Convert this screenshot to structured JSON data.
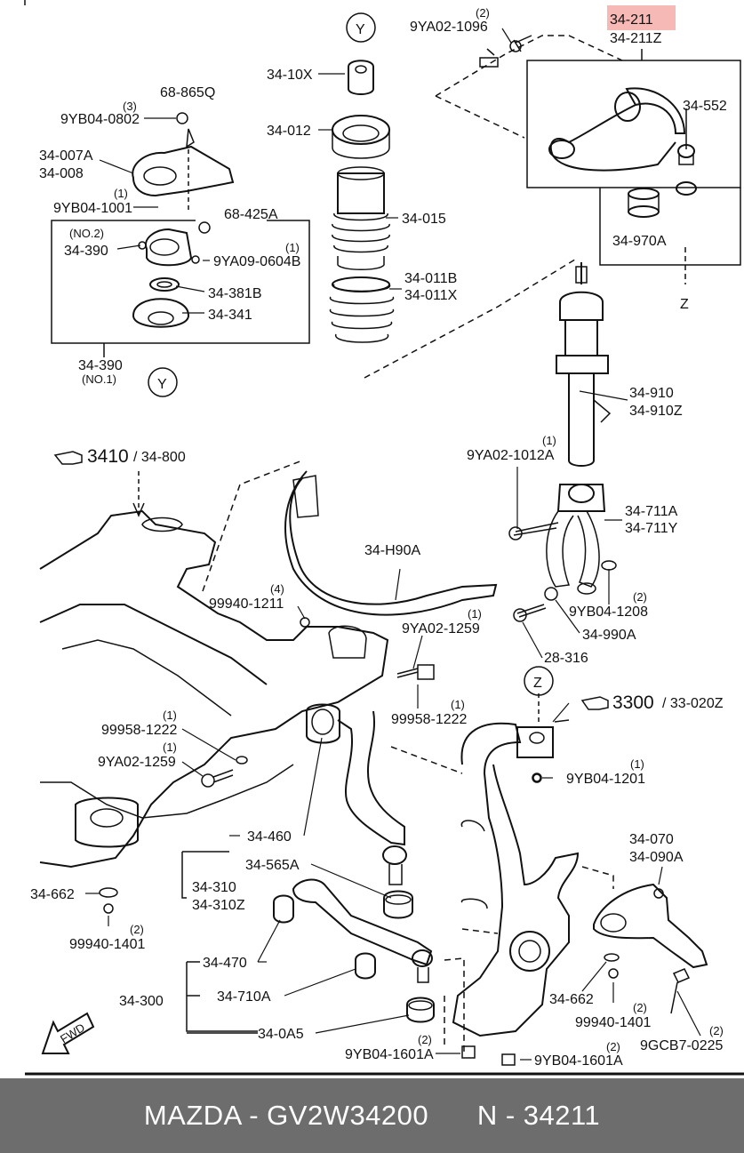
{
  "footer": {
    "text": "MAZDA - GV2W34200      N - 34211"
  },
  "highlight_color": "#f6b9b6",
  "footer_color": "#6d6d6d",
  "labels": {
    "p34_211": "34-211",
    "p34_211z": "34-211Z",
    "p34_552": "34-552",
    "p34_970a": "34-970A",
    "p9ya02_1096": "9YA02-1096",
    "q2_1096": "(2)",
    "p34_10x": "34-10X",
    "p34_012": "34-012",
    "p34_015": "34-015",
    "p34_011b": "34-011B",
    "p34_011x": "34-011X",
    "p68_865q": "68-865Q",
    "q3_0802": "(3)",
    "p9yb04_0802": "9YB04-0802",
    "p34_007a": "34-007A",
    "p34_008": "34-008",
    "q1_1001": "(1)",
    "p9yb04_1001": "9YB04-1001",
    "p68_425a": "68-425A",
    "no2": "(NO.2)",
    "p34_390a": "34-390",
    "q1_0604": "(1)",
    "p9ya09_0604b": "9YA09-0604B",
    "p34_381b": "34-381B",
    "p34_341": "34-341",
    "p34_390b": "34-390",
    "no1": "(NO.1)",
    "ref3410": "3410",
    "p34_800": "/ 34-800",
    "q1_1012": "(1)",
    "p9ya02_1012a": "9YA02-1012A",
    "p34_910": "34-910",
    "p34_910z": "34-910Z",
    "p34_711a": "34-711A",
    "p34_711y": "34-711Y",
    "q2_1208": "(2)",
    "p9yb04_1208": "9YB04-1208",
    "p34_990a": "34-990A",
    "p28_316": "28-316",
    "p34_h90a": "34-H90A",
    "q4_1211": "(4)",
    "p99940_1211": "99940-1211",
    "q1_1259a": "(1)",
    "p9ya02_1259a": "9YA02-1259",
    "q1_1222b": "(1)",
    "p99958_1222b": "99958-1222",
    "ref3300": "3300",
    "p33_020z": "/ 33-020Z",
    "q1_1222a": "(1)",
    "p99958_1222a": "99958-1222",
    "q1_1259b": "(1)",
    "p9ya02_1259b": "9YA02-1259",
    "q1_1201": "(1)",
    "p9yb04_1201": "9YB04-1201",
    "p34_460": "34-460",
    "p34_565a": "34-565A",
    "p34_310": "34-310",
    "p34_310z": "34-310Z",
    "p34_662a": "34-662",
    "q2_1401a": "(2)",
    "p99940_1401a": "99940-1401",
    "p34_070": "34-070",
    "p34_090a": "34-090A",
    "p34_470": "34-470",
    "p34_300": "34-300",
    "p34_710a": "34-710A",
    "p34_0a5": "34-0A5",
    "p34_662b": "34-662",
    "q2_1401b": "(2)",
    "p99940_1401b": "99940-1401",
    "q2_0225": "(2)",
    "p9gcb7_0225": "9GCB7-0225",
    "q2_1601a": "(2)",
    "p9yb04_1601a": "9YB04-1601A",
    "q2_1601b": "(2)",
    "p9yb04_1601b": "9YB04-1601A",
    "callout_y_top": "Y",
    "callout_y_bottom": "Y",
    "callout_z_right": "Z",
    "callout_z_mid": "Z",
    "fwd": "FWD"
  }
}
